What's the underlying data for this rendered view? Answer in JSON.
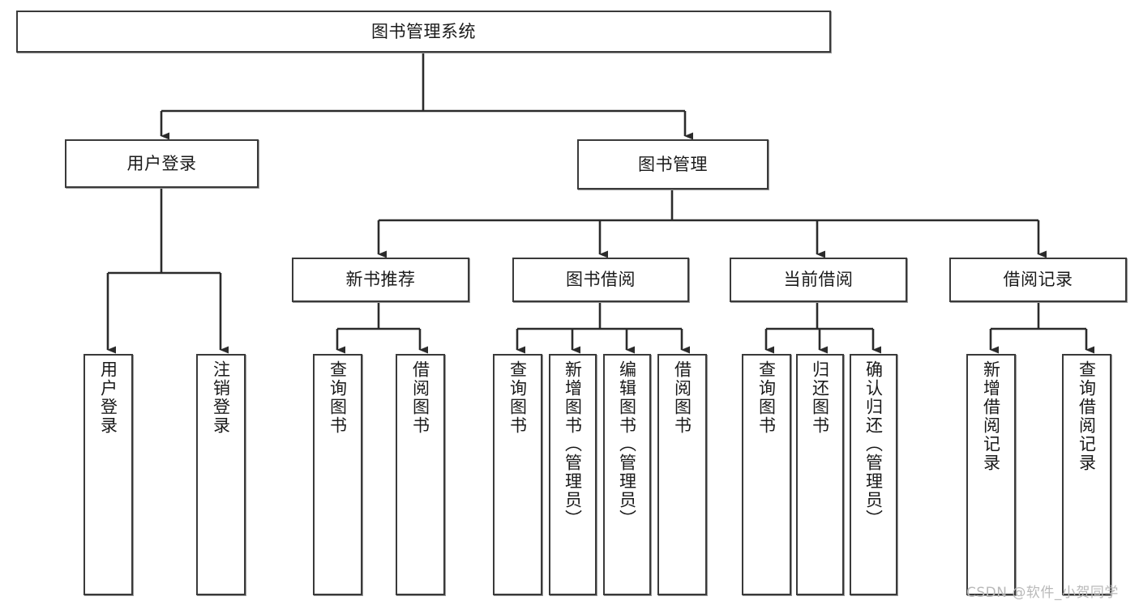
{
  "diagram": {
    "title": "图书管理系统",
    "type": "tree-hierarchy-chart",
    "colors": {
      "box_border": "#3a3a3a",
      "box_fill": "#ffffff",
      "connector": "#2b2b2b",
      "watermark": "#b9b9b9",
      "background": "#ffffff"
    },
    "root": {
      "id": "root",
      "label": "图书管理系统"
    },
    "level2": [
      {
        "id": "user-login",
        "label": "用户登录"
      },
      {
        "id": "book-manage",
        "label": "图书管理"
      }
    ],
    "level3": [
      {
        "id": "new-book-recommend",
        "label": "新书推荐",
        "parent": "book-manage"
      },
      {
        "id": "book-borrow",
        "label": "图书借阅",
        "parent": "book-manage"
      },
      {
        "id": "current-borrow",
        "label": "当前借阅",
        "parent": "book-manage"
      },
      {
        "id": "borrow-record",
        "label": "借阅记录",
        "parent": "book-manage"
      }
    ],
    "leaves": [
      {
        "id": "leaf-user-login",
        "label": "用户登录",
        "parent": "user-login"
      },
      {
        "id": "leaf-user-logout",
        "label": "注销登录",
        "parent": "user-login"
      },
      {
        "id": "leaf-query-book-1",
        "label": "查询图书",
        "parent": "new-book-recommend"
      },
      {
        "id": "leaf-borrow-book-1",
        "label": "借阅图书",
        "parent": "new-book-recommend"
      },
      {
        "id": "leaf-query-book-2",
        "label": "查询图书",
        "parent": "book-borrow"
      },
      {
        "id": "leaf-add-book",
        "label": "新增图书（管理员）",
        "parent": "book-borrow"
      },
      {
        "id": "leaf-edit-book",
        "label": "编辑图书（管理员）",
        "parent": "book-borrow"
      },
      {
        "id": "leaf-borrow-book-2",
        "label": "借阅图书",
        "parent": "book-borrow"
      },
      {
        "id": "leaf-query-book-3",
        "label": "查询图书",
        "parent": "current-borrow"
      },
      {
        "id": "leaf-return-book",
        "label": "归还图书",
        "parent": "current-borrow"
      },
      {
        "id": "leaf-confirm-return",
        "label": "确认归还（管理员）",
        "parent": "current-borrow"
      },
      {
        "id": "leaf-add-record",
        "label": "新增借阅记录",
        "parent": "borrow-record"
      },
      {
        "id": "leaf-query-record",
        "label": "查询借阅记录",
        "parent": "borrow-record"
      }
    ],
    "watermark": "CSDN @软件_小贺同学"
  }
}
